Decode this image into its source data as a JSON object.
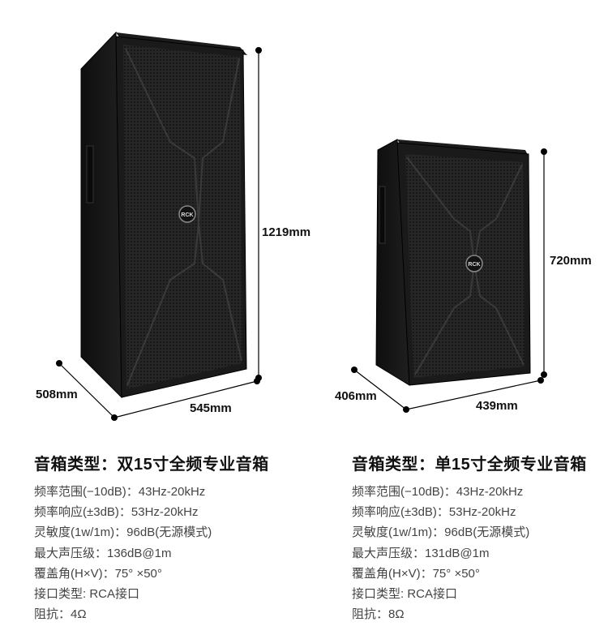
{
  "dimensions": {
    "dual": {
      "height": "1219mm",
      "depth": "508mm",
      "width": "545mm"
    },
    "single": {
      "height": "720mm",
      "depth": "406mm",
      "width": "439mm"
    }
  },
  "logo_text": "RCK",
  "products": [
    {
      "title": "音箱类型：双15寸全频专业音箱",
      "specs": [
        "频率范围(−10dB)：43Hz-20kHz",
        "频率响应(±3dB)：53Hz-20kHz",
        "灵敏度(1w/1m)：96dB(无源模式)",
        "最大声压级：136dB@1m",
        "覆盖角(H×V)：75° ×50°",
        "接口类型: RCA接口",
        "阻抗：4Ω"
      ]
    },
    {
      "title": "音箱类型：单15寸全频专业音箱",
      "specs": [
        "频率范围(−10dB)：43Hz-20kHz",
        "频率响应(±3dB)：53Hz-20kHz",
        "灵敏度(1w/1m)：96dB(无源模式)",
        "最大声压级：131dB@1m",
        "覆盖角(H×V)：75° ×50°",
        "接口类型: RCA接口",
        "阻抗：8Ω"
      ]
    }
  ],
  "colors": {
    "cabinet": "#1a1a1a",
    "grille": "#2b2b2b",
    "line": "#000000"
  }
}
